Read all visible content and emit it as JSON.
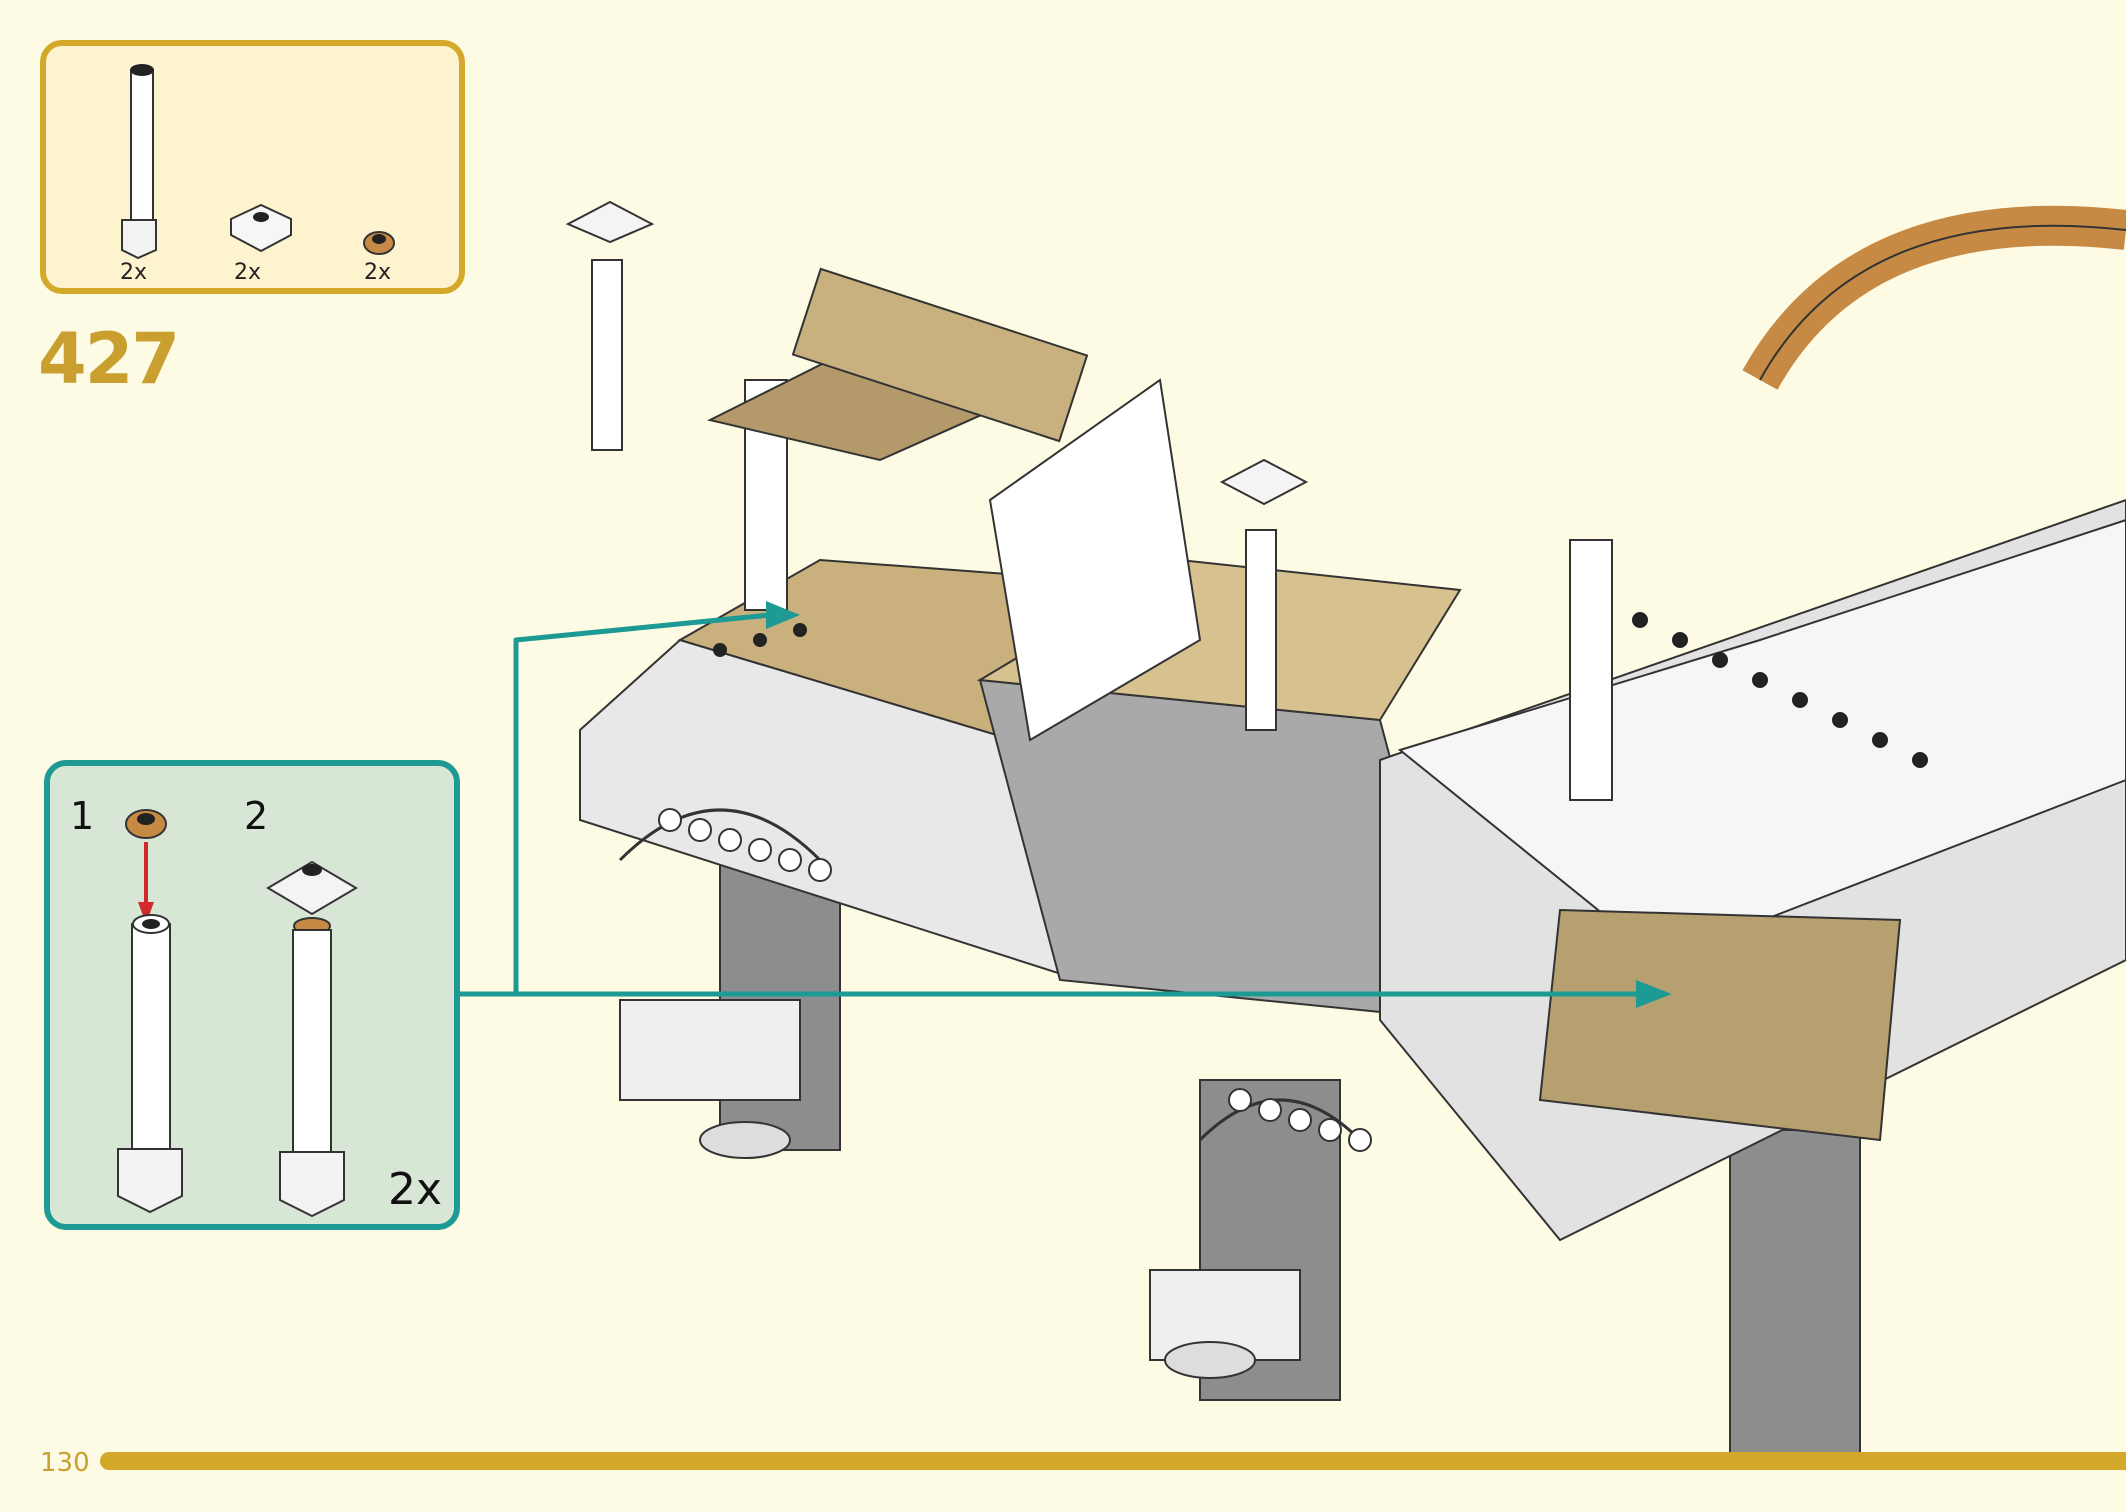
{
  "parts_list": {
    "items": [
      {
        "part": "white round column with square base",
        "qty": "2x"
      },
      {
        "part": "white modified tile with corners",
        "qty": "2x"
      },
      {
        "part": "tan round plate 1x1",
        "qty": "2x"
      }
    ]
  },
  "step": {
    "number": "427"
  },
  "sub_assembly": {
    "substeps": [
      "1",
      "2"
    ],
    "multiplier": "2x"
  },
  "footer": {
    "page_number": "130"
  },
  "colors": {
    "background": "#fdfbe4",
    "parts_border": "#d4a82a",
    "parts_fill": "#fef3cf",
    "sub_border": "#1d9a93",
    "sub_fill": "#d8e6d6",
    "step_number": "#c9a030",
    "callout_arrow": "#1d9a93",
    "insert_arrow": "#d02a2a"
  },
  "icons": [
    "column-piece-icon",
    "corner-tile-icon",
    "round-plate-icon",
    "lego-model-illustration"
  ]
}
